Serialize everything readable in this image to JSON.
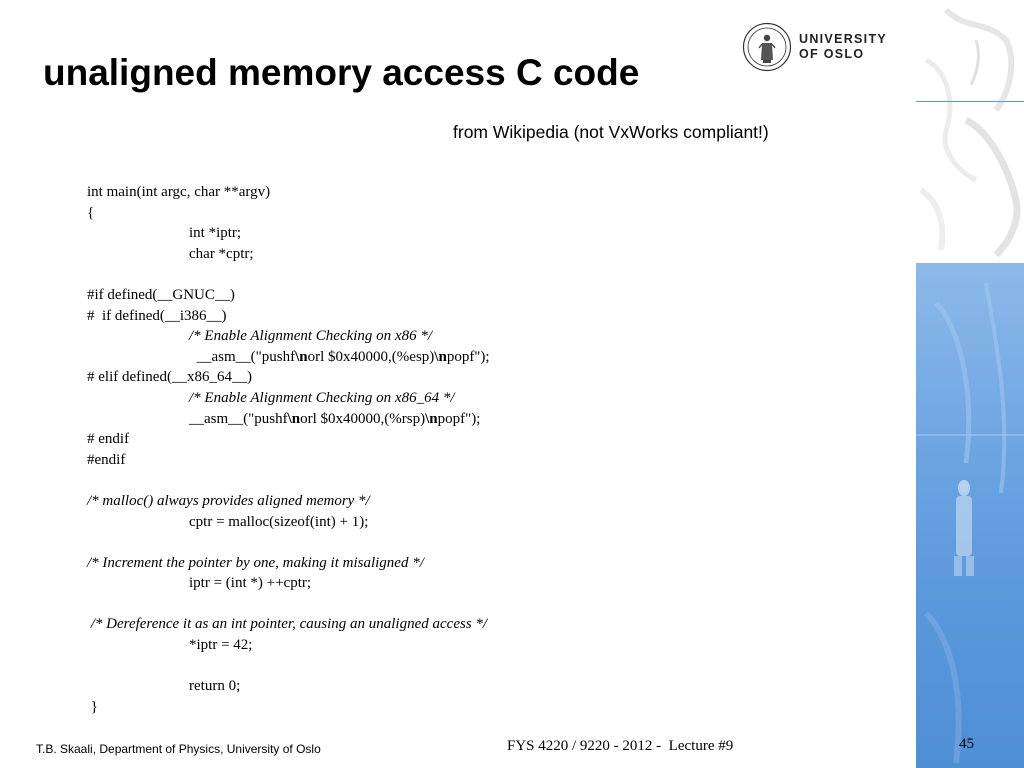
{
  "slide": {
    "title": "unaligned memory access C code",
    "subtitle": "from Wikipedia (not VxWorks compliant!)",
    "logo": {
      "line1": "UNIVERSITY",
      "line2": "OF OSLO",
      "icon": "university-seal-icon"
    },
    "code": {
      "l01": "int main(int argc, char **argv)",
      "l02": "{",
      "l03": "int *iptr;",
      "l04": "char *cptr;",
      "l06": "#if defined(__GNUC__)",
      "l07": "#  if defined(__i386__)",
      "l08": "/* Enable Alignment Checking on x86 */",
      "l09_a": "  __asm__(\"pushf",
      "l09_b": "\\n",
      "l09_c": "orl $0x40000,(%esp)",
      "l09_d": "\\n",
      "l09_e": "popf\");",
      "l10": "# elif defined(__x86_64__)",
      "l11": "/* Enable Alignment Checking on x86_64 */",
      "l12_a": "__asm__(\"pushf",
      "l12_b": "\\n",
      "l12_c": "orl $0x40000,(%rsp)",
      "l12_d": "\\n",
      "l12_e": "popf\");",
      "l13": "# endif",
      "l14": "#endif",
      "l16": "/* malloc() always provides aligned memory */",
      "l17": "cptr = malloc(sizeof(int) + 1);",
      "l19": "/* Increment the pointer by one, making it misaligned */",
      "l20": "iptr = (int *) ++cptr;",
      "l22": " /* Dereference it as an int pointer, causing an unaligned access */",
      "l23": "*iptr = 42;",
      "l25": "return 0;",
      "l26": " }"
    },
    "footer": {
      "author": "T.B. Skaali, Department of Physics, University of Oslo",
      "course": "FYS 4220 / 9220 - 2012 -  Lecture #9",
      "page": "45"
    },
    "colors": {
      "panel_blue": "#5b98dc",
      "panel_light": "#8db9ea"
    }
  }
}
